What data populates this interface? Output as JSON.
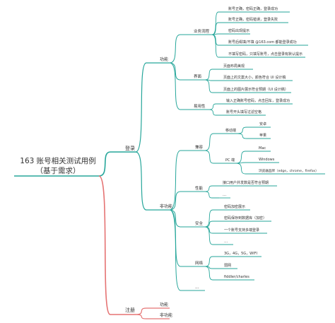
{
  "colors": {
    "teal": "#26a69a",
    "red": "#e57373",
    "root_text": "#333333",
    "text": "#333333"
  },
  "root": {
    "line1": "163 账号相关测试用例",
    "line2": "（基于需求）"
  },
  "login": {
    "label": "登录",
    "functional": {
      "label": "功能",
      "business": {
        "label": "业务流程",
        "items": [
          "账号正确，密码正确，登录成功",
          "账号正确，密码错误，登录失败",
          "密码出现提示",
          "账号后缀填/不填 @163.com 都能登录成功",
          "不填写密码，只填写账号，点击登录有默认提示"
        ]
      },
      "ui": {
        "label": "界面",
        "items": [
          "页面布局美观",
          "页面上的文案大小，颜色符合 UI 设计稿",
          "页面上的图片展示符合预期（UI 设计稿）"
        ]
      },
      "usability": {
        "label": "易用性",
        "items": [
          "输入正确账号密码，点击回车，登录成功",
          "账号开头填写过滤空格"
        ]
      }
    },
    "nonfunctional": {
      "label": "非功能",
      "compat": {
        "label": "兼容",
        "mobile": {
          "label": "移动端",
          "items": [
            "安卓",
            "苹果"
          ]
        },
        "pc": {
          "label": "PC 端",
          "items": [
            "Mac",
            "Windows",
            "浏览器品牌（edge，chrome，firefox）"
          ]
        }
      },
      "performance": {
        "label": "性能",
        "items": [
          "接口用户并发数是否符合预期",
          "..."
        ]
      },
      "security": {
        "label": "安全",
        "items": [
          "密码加密展示",
          "密码保存到数据库（加密）",
          "一个账号支持多端登录",
          "..."
        ]
      },
      "network": {
        "label": "网络",
        "items": [
          "3G，4G，5G，WIFI",
          "弱网",
          "fiddler/charles"
        ]
      },
      "more": "..."
    }
  },
  "register": {
    "label": "注册",
    "items": [
      "功能",
      "非功能"
    ]
  }
}
